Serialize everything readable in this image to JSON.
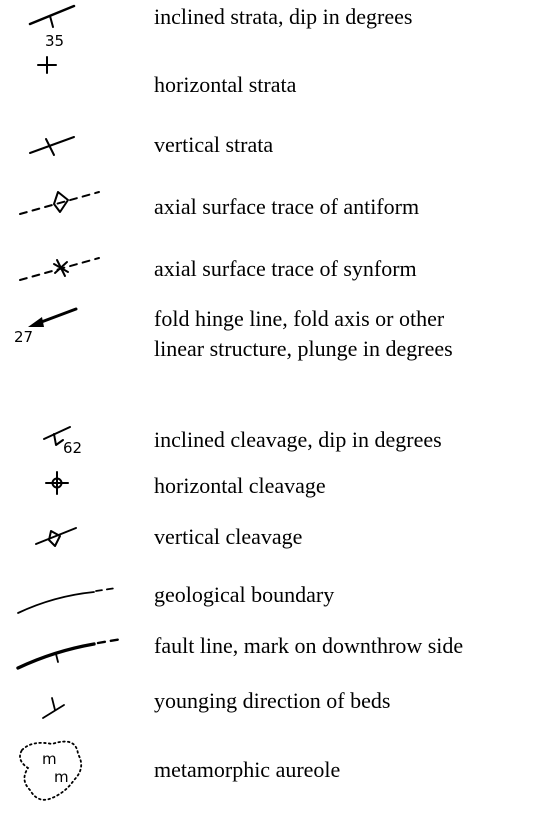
{
  "legend": {
    "items": [
      {
        "symbol": "inclined-strata-symbol",
        "number": "35",
        "label": "inclined strata, dip in degrees"
      },
      {
        "symbol": "horizontal-strata-symbol",
        "label": "horizontal strata"
      },
      {
        "symbol": "vertical-strata-symbol",
        "label": "vertical strata"
      },
      {
        "symbol": "antiform-trace-symbol",
        "label": "axial surface trace of antiform"
      },
      {
        "symbol": "synform-trace-symbol",
        "label": "axial surface trace of synform"
      },
      {
        "symbol": "fold-hinge-arrow-symbol",
        "number": "27",
        "label": "fold hinge line, fold axis or other",
        "label2": "linear structure, plunge in degrees"
      },
      {
        "symbol": "inclined-cleavage-symbol",
        "number": "62",
        "label": "inclined cleavage, dip in degrees"
      },
      {
        "symbol": "horizontal-cleavage-symbol",
        "label": "horizontal cleavage"
      },
      {
        "symbol": "vertical-cleavage-symbol",
        "label": "vertical cleavage"
      },
      {
        "symbol": "geological-boundary-symbol",
        "label": "geological boundary"
      },
      {
        "symbol": "fault-line-symbol",
        "label": "fault line, mark on downthrow side"
      },
      {
        "symbol": "younging-direction-symbol",
        "label": "younging direction of beds"
      },
      {
        "symbol": "metamorphic-aureole-symbol",
        "letter": "m",
        "label": "metamorphic aureole"
      }
    ]
  }
}
